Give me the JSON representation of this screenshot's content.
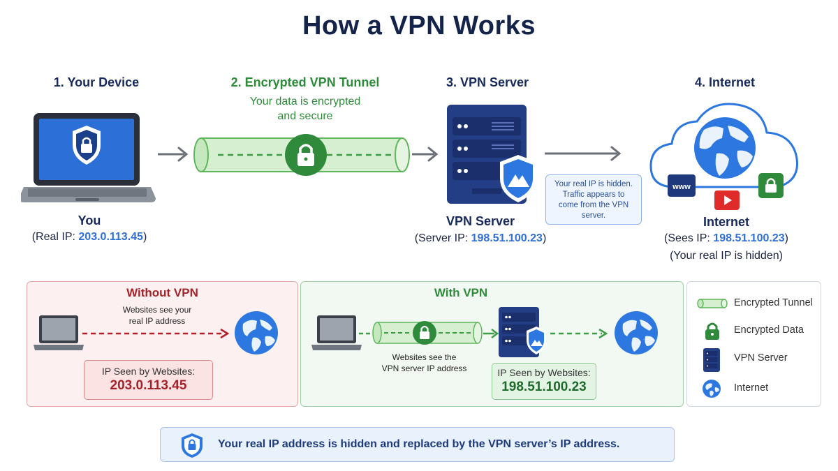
{
  "title": "How a VPN Works",
  "stages": [
    {
      "title": "1. Your Device",
      "label": "You",
      "ip_prefix": "(Real IP: ",
      "ip": "203.0.113.45",
      "ip_suffix": ")"
    },
    {
      "title": "2. Encrypted VPN Tunnel",
      "subtitle_line1": "Your data is encrypted",
      "subtitle_line2": "and secure"
    },
    {
      "title": "3. VPN Server",
      "label": "VPN Server",
      "ip_prefix": "(Server IP: ",
      "ip": "198.51.100.23",
      "ip_suffix": ")"
    },
    {
      "title": "4. Internet",
      "label": "Internet",
      "ip_prefix": "(Sees IP: ",
      "ip": "198.51.100.23",
      "ip_suffix": ")",
      "note": "(Your real IP is hidden)"
    }
  ],
  "callout": {
    "line1": "Your real IP is hidden.",
    "line2": "Traffic appears to",
    "line3": "come from the VPN",
    "line4": "server."
  },
  "internet_badges": {
    "www": "www"
  },
  "without_vpn": {
    "title": "Without VPN",
    "note_line1": "Websites see your",
    "note_line2": "real IP address",
    "ip_label": "IP Seen by Websites:",
    "ip_value": "203.0.113.45"
  },
  "with_vpn": {
    "title": "With VPN",
    "note_line1": "Websites see the",
    "note_line2": "VPN server IP address",
    "ip_label": "IP Seen by Websites:",
    "ip_value": "198.51.100.23"
  },
  "legend": [
    {
      "icon": "tunnel-icon",
      "label": "Encrypted Tunnel"
    },
    {
      "icon": "lock-icon",
      "label": "Encrypted Data"
    },
    {
      "icon": "server-icon",
      "label": "VPN Server"
    },
    {
      "icon": "globe-icon",
      "label": "Internet"
    }
  ],
  "banner": {
    "text": "Your real IP address is hidden and replaced by the VPN server’s IP address."
  },
  "colors": {
    "navy": "#13234a",
    "green": "#2e8b3a",
    "blue_ip": "#2f6fd6",
    "red": "#a5222a",
    "server_blue": "#243e86"
  }
}
